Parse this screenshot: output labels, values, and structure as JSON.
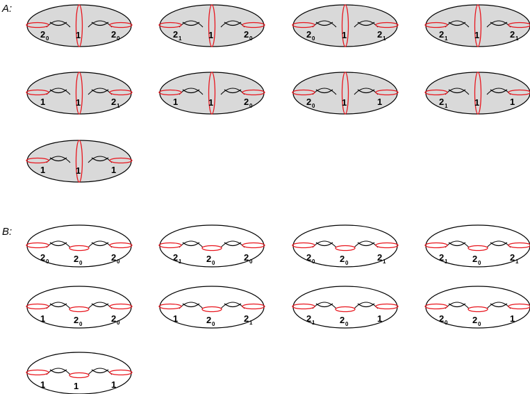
{
  "colors": {
    "fill_A": "#d9d9d9",
    "fill_B": "#ffffff",
    "curve": "#e8141c",
    "outline": "#000000"
  },
  "sections": [
    {
      "label": "A:",
      "type": "A",
      "surfaces": [
        [
          {
            "main": "2",
            "sub": "0"
          },
          {
            "main": "1",
            "sub": ""
          },
          {
            "main": "2",
            "sub": "0"
          }
        ],
        [
          {
            "main": "2",
            "sub": "1"
          },
          {
            "main": "1",
            "sub": ""
          },
          {
            "main": "2",
            "sub": "0"
          }
        ],
        [
          {
            "main": "2",
            "sub": "0"
          },
          {
            "main": "1",
            "sub": ""
          },
          {
            "main": "2",
            "sub": "1"
          }
        ],
        [
          {
            "main": "2",
            "sub": "1"
          },
          {
            "main": "1",
            "sub": ""
          },
          {
            "main": "2",
            "sub": "1"
          }
        ],
        [
          {
            "main": "1",
            "sub": ""
          },
          {
            "main": "1",
            "sub": ""
          },
          {
            "main": "2",
            "sub": "1"
          }
        ],
        [
          {
            "main": "1",
            "sub": ""
          },
          {
            "main": "1",
            "sub": ""
          },
          {
            "main": "2",
            "sub": "0"
          }
        ],
        [
          {
            "main": "2",
            "sub": "0"
          },
          {
            "main": "1",
            "sub": ""
          },
          {
            "main": "1",
            "sub": ""
          }
        ],
        [
          {
            "main": "2",
            "sub": "1"
          },
          {
            "main": "1",
            "sub": ""
          },
          {
            "main": "1",
            "sub": ""
          }
        ],
        [
          {
            "main": "1",
            "sub": ""
          },
          {
            "main": "1",
            "sub": ""
          },
          {
            "main": "1",
            "sub": ""
          }
        ]
      ]
    },
    {
      "label": "B:",
      "type": "B",
      "surfaces": [
        [
          {
            "main": "2",
            "sub": "0"
          },
          {
            "main": "2",
            "sub": "0"
          },
          {
            "main": "2",
            "sub": "0"
          }
        ],
        [
          {
            "main": "2",
            "sub": "1"
          },
          {
            "main": "2",
            "sub": "0"
          },
          {
            "main": "2",
            "sub": "0"
          }
        ],
        [
          {
            "main": "2",
            "sub": "0"
          },
          {
            "main": "2",
            "sub": "0"
          },
          {
            "main": "2",
            "sub": "1"
          }
        ],
        [
          {
            "main": "2",
            "sub": "1"
          },
          {
            "main": "2",
            "sub": "0"
          },
          {
            "main": "2",
            "sub": "1"
          }
        ],
        [
          {
            "main": "1",
            "sub": ""
          },
          {
            "main": "2",
            "sub": "0"
          },
          {
            "main": "2",
            "sub": "0"
          }
        ],
        [
          {
            "main": "1",
            "sub": ""
          },
          {
            "main": "2",
            "sub": "0"
          },
          {
            "main": "2",
            "sub": "1"
          }
        ],
        [
          {
            "main": "2",
            "sub": "1"
          },
          {
            "main": "2",
            "sub": "0"
          },
          {
            "main": "1",
            "sub": ""
          }
        ],
        [
          {
            "main": "2",
            "sub": "0"
          },
          {
            "main": "2",
            "sub": "0"
          },
          {
            "main": "1",
            "sub": ""
          }
        ],
        [
          {
            "main": "1",
            "sub": ""
          },
          {
            "main": "1",
            "sub": ""
          },
          {
            "main": "1",
            "sub": ""
          }
        ]
      ]
    }
  ]
}
